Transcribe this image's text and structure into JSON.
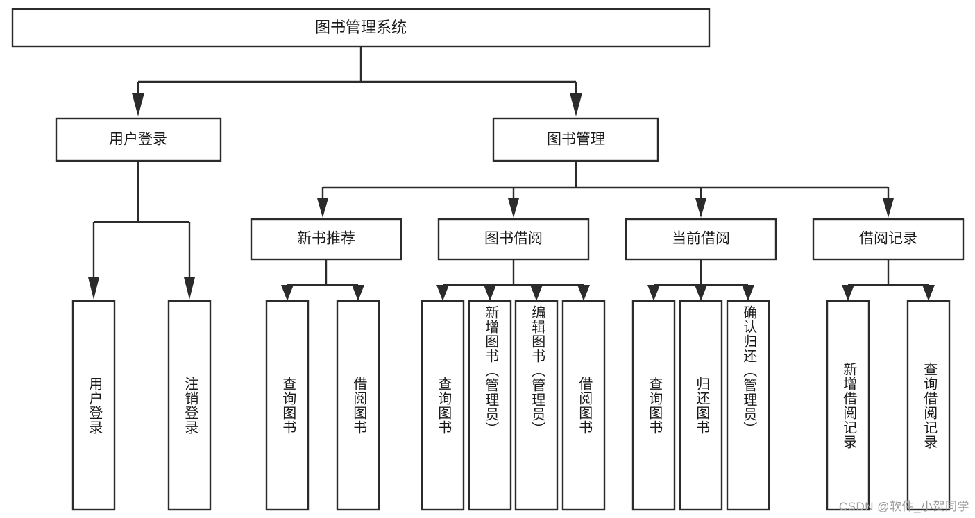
{
  "diagram": {
    "type": "hierarchy-tree",
    "title": "图书管理系统",
    "orientation": "top-down",
    "style": {
      "box_fill": "#ffffff",
      "box_stroke": "#2b2b2b",
      "text_color": "#1a1a1a",
      "background": "#ffffff",
      "watermark_color": "#9a9a9a"
    },
    "levels": 4
  },
  "root": {
    "label": "图书管理系统"
  },
  "level2": [
    {
      "label": "用户登录"
    },
    {
      "label": "图书管理"
    }
  ],
  "level3": [
    {
      "label": "新书推荐"
    },
    {
      "label": "图书借阅"
    },
    {
      "label": "当前借阅"
    },
    {
      "label": "借阅记录"
    }
  ],
  "leaves": {
    "user_login": [
      {
        "label": "用户登录"
      },
      {
        "label": "注销登录"
      }
    ],
    "new_book_recommend": [
      {
        "label": "查询图书"
      },
      {
        "label": "借阅图书"
      }
    ],
    "book_borrow": [
      {
        "label": "查询图书"
      },
      {
        "label": "新增图书（管理员）"
      },
      {
        "label": "编辑图书（管理员）"
      },
      {
        "label": "借阅图书"
      }
    ],
    "current_borrow": [
      {
        "label": "查询图书"
      },
      {
        "label": "归还图书"
      },
      {
        "label": "确认归还（管理员）"
      }
    ],
    "borrow_record": [
      {
        "label": "新增借阅记录"
      },
      {
        "label": "查询借阅记录"
      }
    ]
  },
  "watermark": {
    "text": "CSDN @软件_小贺同学"
  }
}
